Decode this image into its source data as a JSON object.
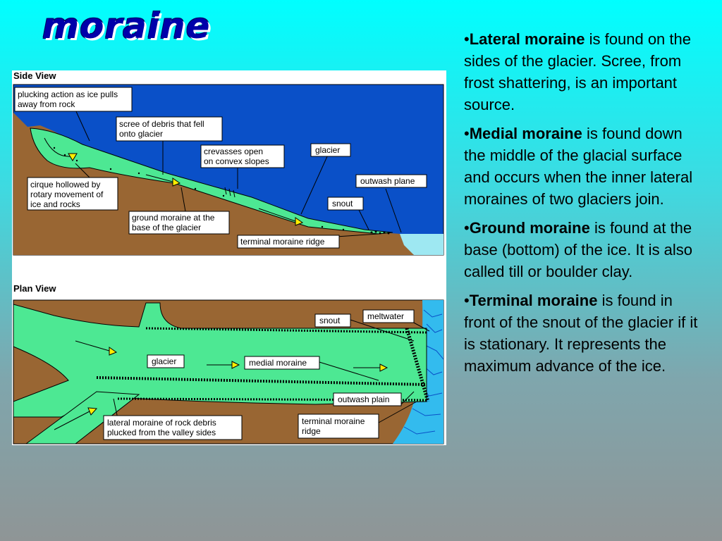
{
  "title": "moraine",
  "side_view": {
    "heading": "Side View",
    "labels": {
      "plucking_1": "plucking action as ice pulls",
      "plucking_2": "away from rock",
      "scree_1": "scree of debris that fell",
      "scree_2": "onto glacier",
      "crevasses_1": "crevasses open",
      "crevasses_2": "on convex slopes",
      "glacier": "glacier",
      "cirque_1": "cirque hollowed by",
      "cirque_2": "rotary movement of",
      "cirque_3": "ice and rocks",
      "outwash": "outwash plane",
      "snout": "snout",
      "ground_1": "ground moraine at the",
      "ground_2": "base of the glacier",
      "terminal": "terminal moraine ridge"
    }
  },
  "plan_view": {
    "heading": "Plan View",
    "labels": {
      "snout": "snout",
      "meltwater": "meltwater",
      "glacier": "glacier",
      "medial": "medial moraine",
      "outwash": "outwash plain",
      "lateral_1": "lateral moraine of rock debris",
      "lateral_2": "plucked from the valley sides",
      "terminal_1": "terminal moraine",
      "terminal_2": "ridge"
    }
  },
  "bullets": [
    {
      "term": "Lateral moraine",
      "text": " is found on the sides of the glacier. Scree, from frost shattering, is an important source."
    },
    {
      "term": "Medial moraine",
      "text": " is found down the middle of the glacial surface and occurs when the inner lateral moraines of two glaciers join."
    },
    {
      "term": "Ground moraine",
      "text": " is found at the base (bottom) of the ice. It is also called till or boulder clay."
    },
    {
      "term": "Terminal moraine",
      "text": " is found in front of the snout of the glacier if it is stationary. It represents the maximum advance of the ice."
    }
  ],
  "bullet_symbol": "•",
  "colors": {
    "sky": "#0a50c8",
    "rock": "#996633",
    "ice": "#4de893",
    "water": "#33bbee",
    "title": "#0000aa"
  }
}
